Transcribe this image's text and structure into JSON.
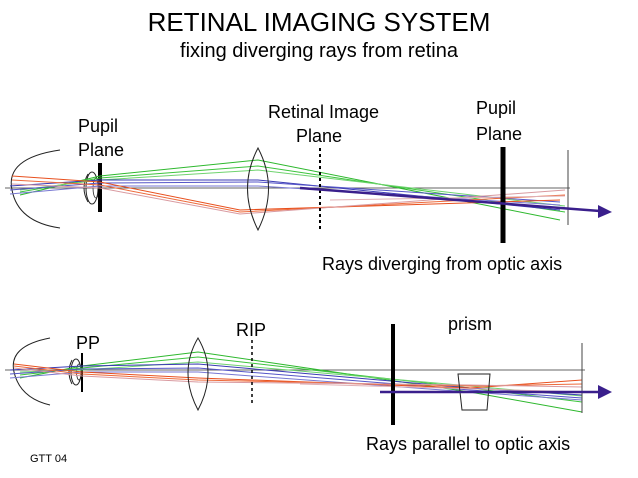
{
  "slide": {
    "title": "RETINAL IMAGING SYSTEM",
    "subtitle": "fixing diverging rays from retina",
    "footer": "GTT 04"
  },
  "top_diagram": {
    "pupil_plane_left": [
      "Pupil",
      "Plane"
    ],
    "retinal_image_plane": [
      "Retinal Image",
      "Plane"
    ],
    "pupil_plane_right": [
      "Pupil",
      "Plane"
    ],
    "caption": "Rays diverging from optic axis"
  },
  "bottom_diagram": {
    "pp_label": "PP",
    "rip_label": "RIP",
    "prism_label": "prism",
    "caption": "Rays parallel to optic axis"
  },
  "colors": {
    "green_rays": "#2eb82e",
    "blue_rays": "#3b3bb5",
    "red_rays": "#e8501e",
    "pink_rays": "#d99aa0",
    "arrow": "#3a1f8c",
    "optics": "#000000"
  }
}
